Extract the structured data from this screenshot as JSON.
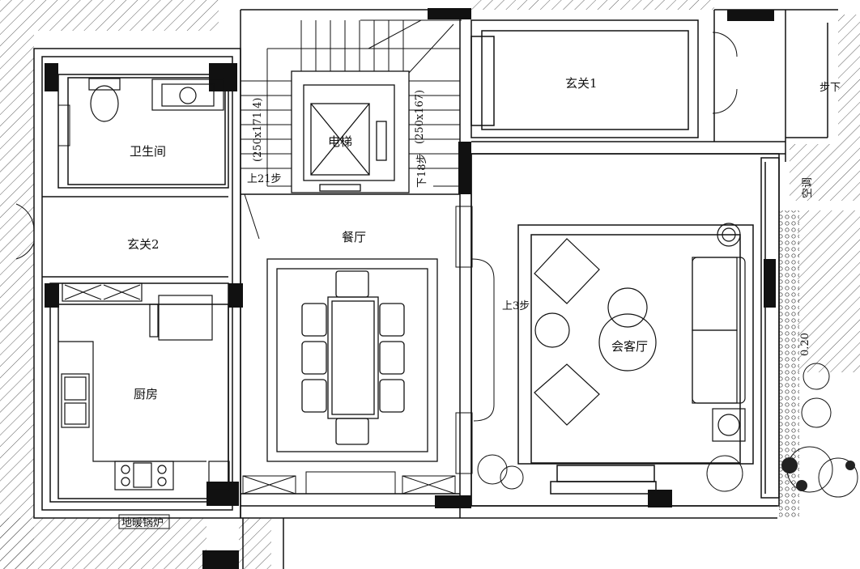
{
  "rooms": {
    "bathroom": "卫生间",
    "foyer2": "玄关2",
    "kitchen": "厨房",
    "dining": "餐厅",
    "elevator": "电梯",
    "foyer1": "玄关1",
    "living": "会客厅"
  },
  "stairs": {
    "up21": "上21步",
    "down18": "下18步",
    "dim1": "(250x171.4)",
    "dim2": "(250x167)",
    "up3": "上3步",
    "down_right": "步下"
  },
  "labels": {
    "boiler": "地暖锅炉",
    "ac": "空调",
    "small_text": "0.20"
  }
}
